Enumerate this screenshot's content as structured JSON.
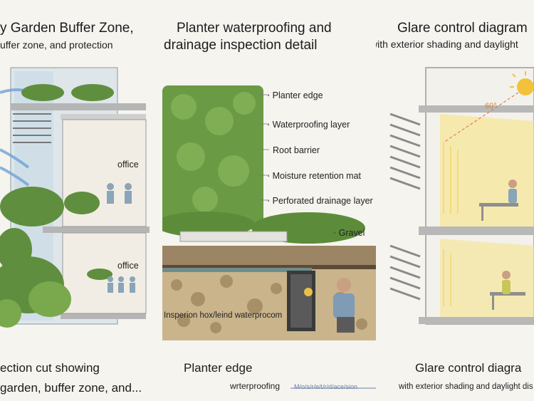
{
  "panel1": {
    "title": "y Garden Buffer Zone,",
    "subtitle": "uffer zone, and protection",
    "label_office_upper": "office",
    "label_office_lower": "office",
    "caption_line1": "ection cut showing",
    "caption_line2": "garden, buffer zone, and..."
  },
  "panel2": {
    "title_line1": "Planter waterproofing and",
    "title_line2": "drainage inspection detail",
    "labels": [
      "· Planter edge",
      "· Waterproofing layer",
      "Root barrier",
      "· Moisture retention mat",
      "· Perforated drainage layer",
      "· Gravel"
    ],
    "inspection_label": "Insperion hox/leind waterprocom",
    "caption_line1": "Planter edge",
    "caption_line2": "wrterproofing",
    "caption_faint": "M/o/s/r/e/t/r/d/ace/sion"
  },
  "panel3": {
    "title": "Glare control diagram",
    "subtitle": "with exterior shading and daylight",
    "sun_angle": "60°",
    "caption_line1": "Glare control diagra",
    "caption_line2": "with exterior shading and daylight dis"
  },
  "colors": {
    "background": "#f6f4ef",
    "foliage": "#5f8f3e",
    "daylight": "#f7e27a",
    "structure": "#9a9a9a"
  }
}
